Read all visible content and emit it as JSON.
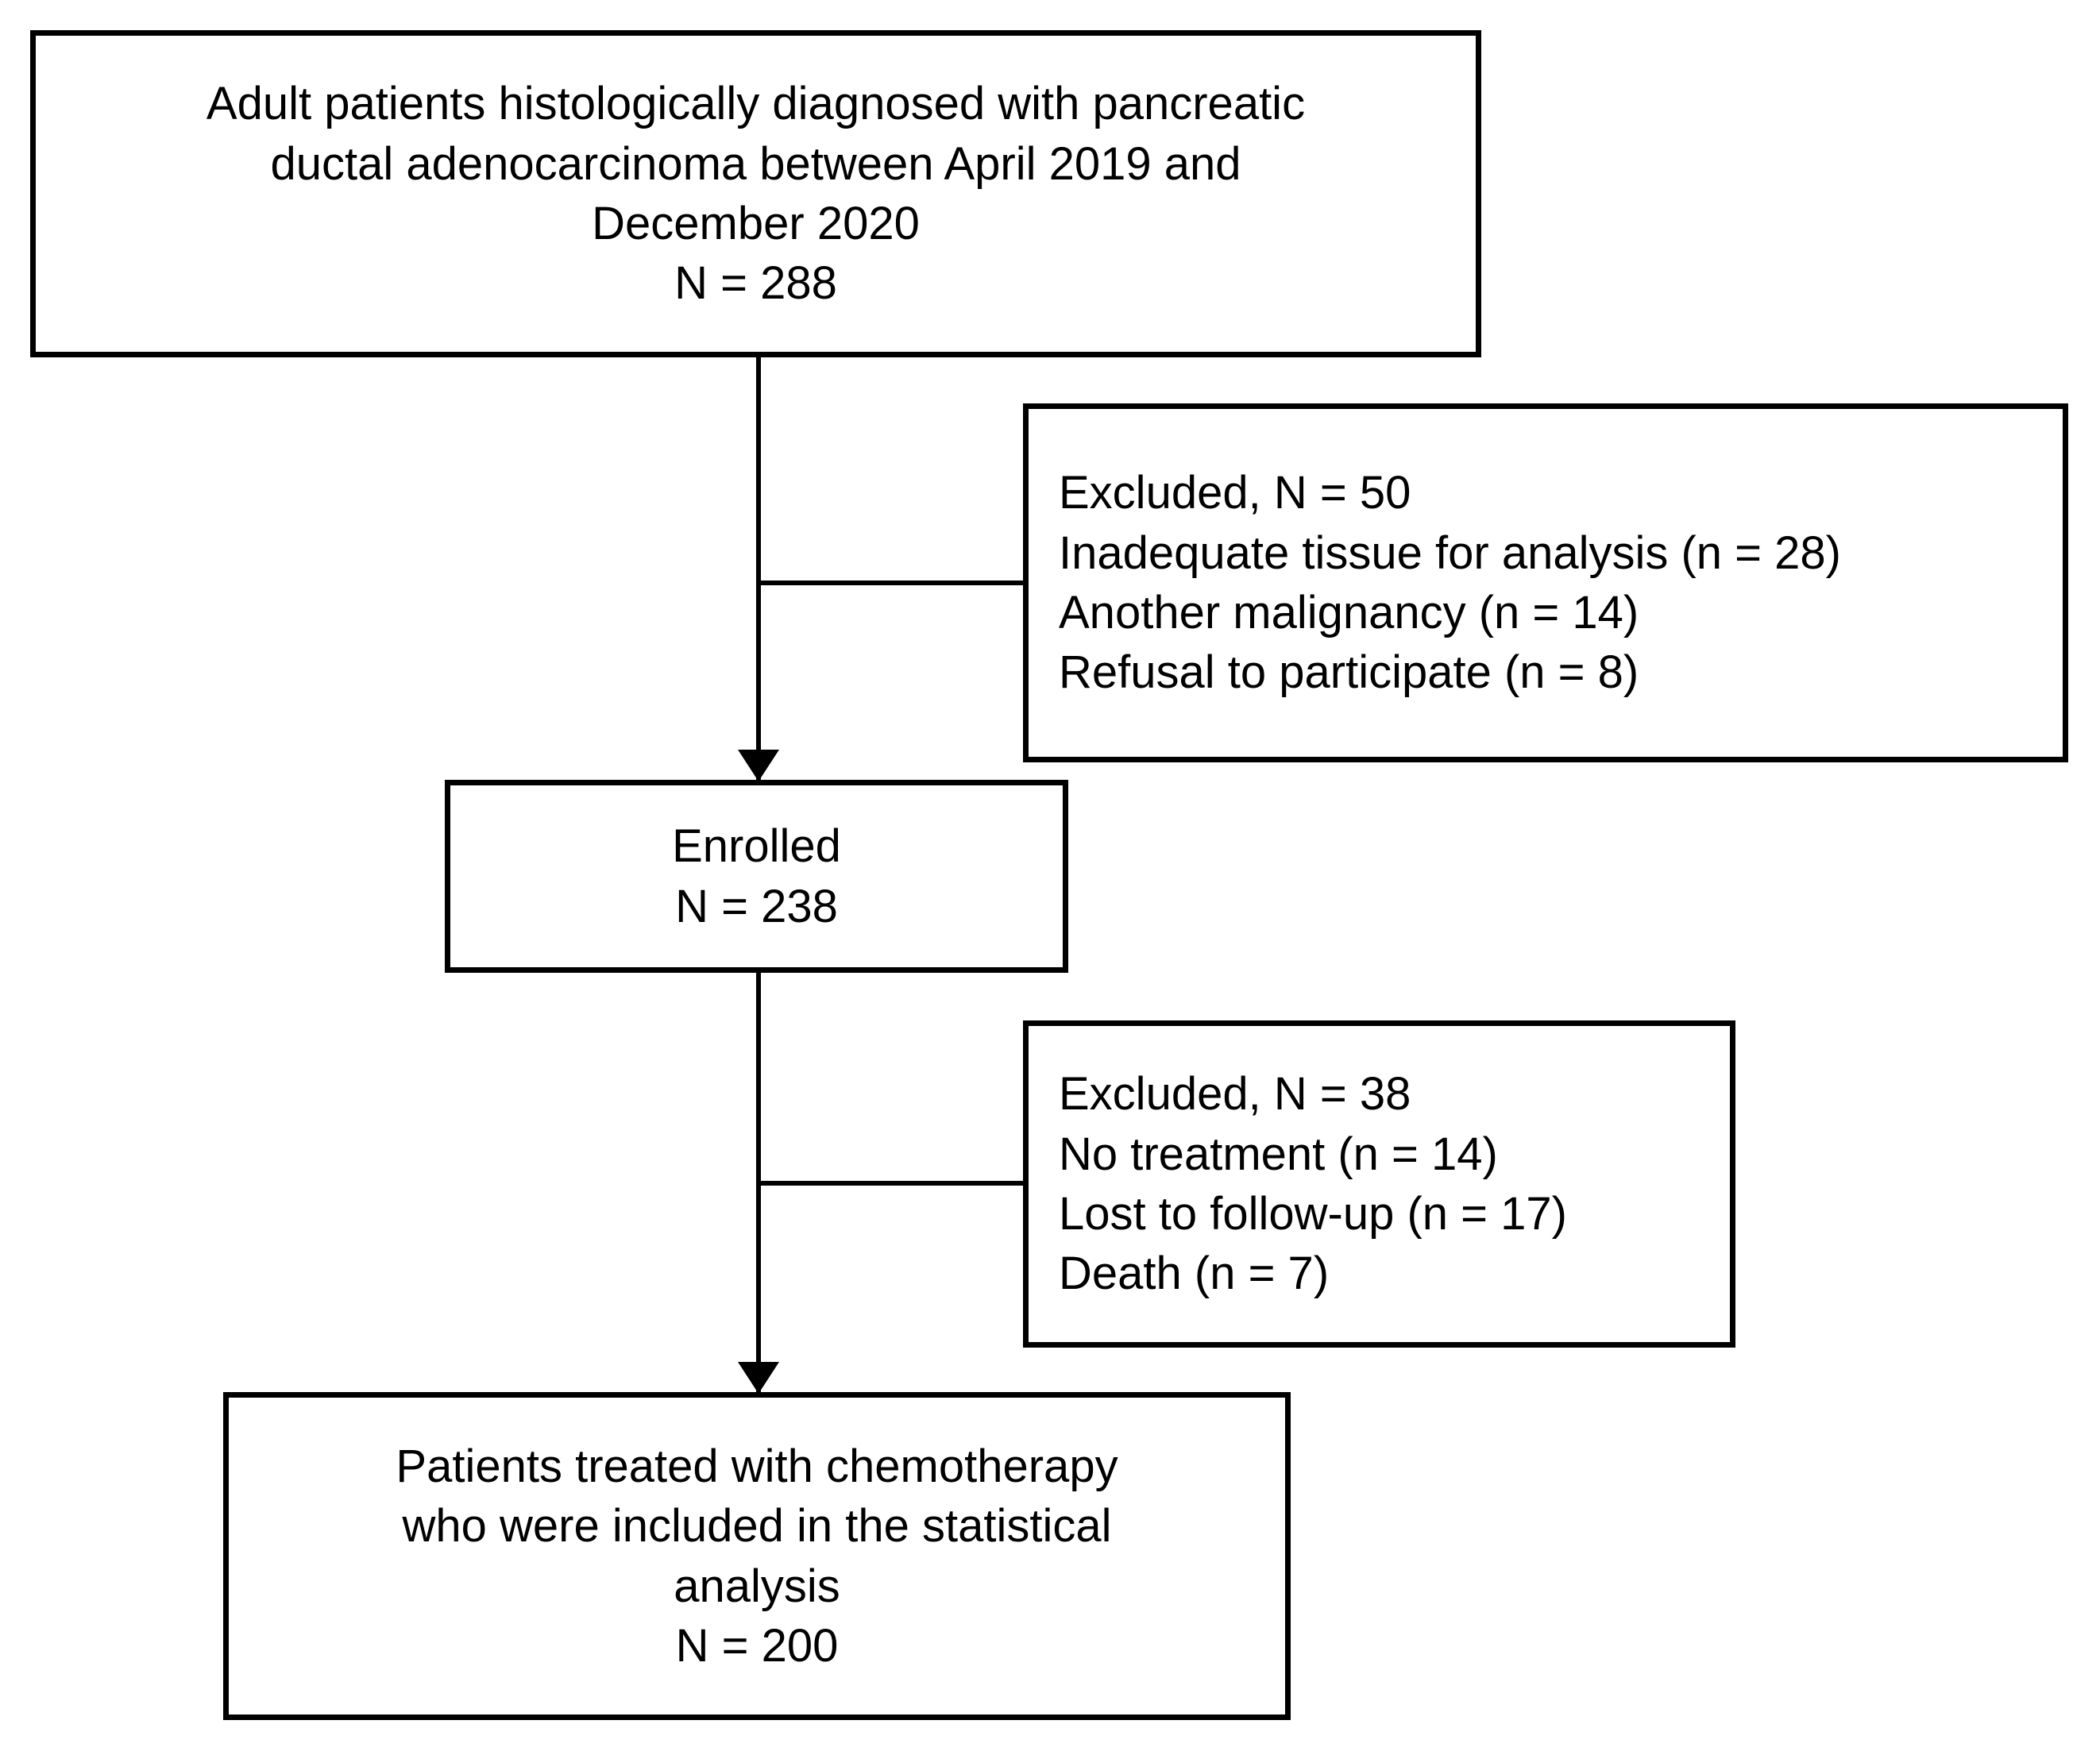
{
  "diagram": {
    "type": "study-flow-chart",
    "colors": {
      "stroke": "#000000",
      "fill": "#ffffff",
      "text": "#000000"
    },
    "nodes": {
      "source": {
        "name": "source-population",
        "lines": [
          "Adult patients histologically diagnosed with pancreatic",
          "ductal adenocarcinoma between April 2019 and",
          "December 2020",
          "N = 288"
        ],
        "count_label": "N = 288",
        "count": 288
      },
      "excluded_1": {
        "name": "excluded-stage-1",
        "lines": [
          "Excluded, N = 50",
          "Inadequate tissue for analysis (n = 28)",
          "Another malignancy (n = 14)",
          "Refusal to participate (n = 8)"
        ],
        "total_label": "Excluded, N = 50",
        "total": 50,
        "reasons": [
          {
            "label": "Inadequate tissue for analysis (n = 28)",
            "reason": "Inadequate tissue for analysis",
            "n": 28
          },
          {
            "label": "Another malignancy (n = 14)",
            "reason": "Another malignancy",
            "n": 14
          },
          {
            "label": "Refusal to participate (n = 8)",
            "reason": "Refusal to participate",
            "n": 8
          }
        ]
      },
      "enrolled": {
        "name": "enrolled",
        "lines": [
          "Enrolled",
          "N = 238"
        ],
        "title": "Enrolled",
        "count_label": "N = 238",
        "count": 238
      },
      "excluded_2": {
        "name": "excluded-stage-2",
        "lines": [
          "Excluded, N = 38",
          "No treatment (n = 14)",
          "Lost to follow-up (n = 17)",
          "Death (n = 7)"
        ],
        "total_label": "Excluded, N = 38",
        "total": 38,
        "reasons": [
          {
            "label": "No treatment (n = 14)",
            "reason": "No treatment",
            "n": 14
          },
          {
            "label": "Lost to follow-up (n = 17)",
            "reason": "Lost to follow-up",
            "n": 17
          },
          {
            "label": "Death (n = 7)",
            "reason": "Death",
            "n": 7
          }
        ]
      },
      "final": {
        "name": "analysis-population",
        "lines": [
          "Patients treated with chemotherapy",
          "who were included in the statistical",
          "analysis",
          "N = 200"
        ],
        "count_label": "N = 200",
        "count": 200
      }
    },
    "edges": [
      {
        "from": "source",
        "to": "enrolled",
        "arrow": true
      },
      {
        "from": "source",
        "to": "excluded_1",
        "arrow": false
      },
      {
        "from": "enrolled",
        "to": "final",
        "arrow": true
      },
      {
        "from": "enrolled",
        "to": "excluded_2",
        "arrow": false
      }
    ]
  }
}
